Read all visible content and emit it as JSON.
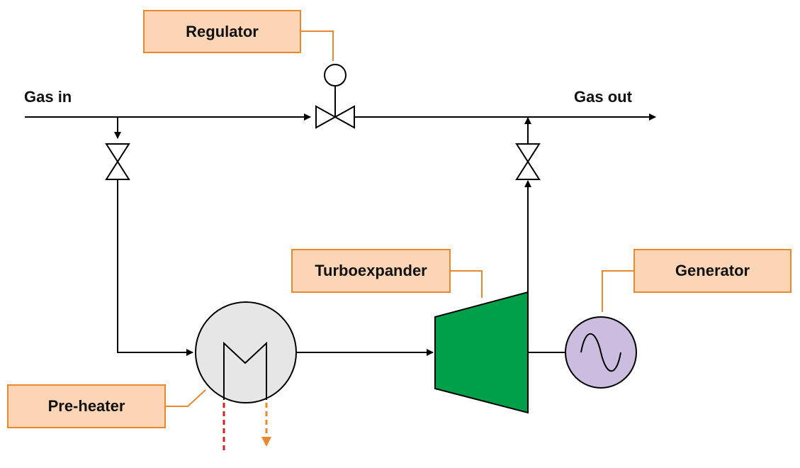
{
  "labels": {
    "regulator": "Regulator",
    "gas_in": "Gas in",
    "gas_out": "Gas out",
    "turboexpander": "Turboexpander",
    "generator": "Generator",
    "pre_heater": "Pre-heater"
  },
  "colors": {
    "label_fill": "#fbd5b5",
    "label_border": "#e8892e",
    "line": "#000000",
    "preheater_fill": "#e6e6e6",
    "turbine_fill": "#00a04a",
    "generator_fill": "#cbbde0",
    "heat_in": "#d42020",
    "heat_out": "#e8892e"
  }
}
